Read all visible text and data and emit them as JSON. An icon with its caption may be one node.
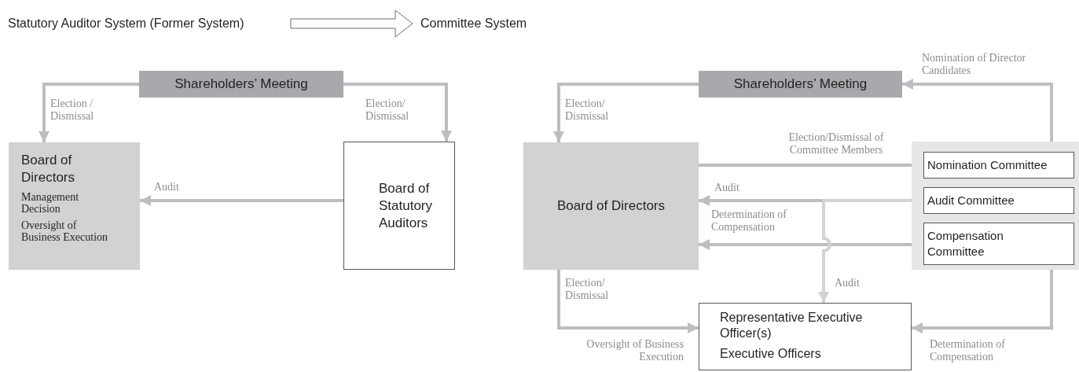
{
  "diagram": {
    "nodes": [
      {
        "text": [
          "Statutory Auditor System (Former System)"
        ]
      },
      {
        "text": [
          "Committee System"
        ]
      },
      {
        "text": [
          "Shareholders’ Meeting"
        ]
      },
      {
        "text": [
          "Board of Directors",
          "Management Decision",
          "Oversight of Business Execution"
        ]
      },
      {
        "text": [
          "Board of Statutory Auditors"
        ]
      },
      {
        "text": [
          "Shareholders’ Meeting"
        ]
      },
      {
        "text": [
          "Board of Directors"
        ]
      },
      {
        "text": [],
        "shape": "box"
      },
      {
        "text": [
          "Nomination Committee"
        ],
        "in": 7
      },
      {
        "text": [
          "Audit Committee"
        ],
        "in": 7
      },
      {
        "text": [
          "Compensation Committee"
        ],
        "in": 7
      },
      {
        "text": [
          "Representative Executive Officer(s)",
          "Executive Officers"
        ]
      }
    ],
    "edges": [
      {
        "from": 0,
        "to": 1,
        "arrow": "to",
        "style": "thick"
      },
      {
        "from": 2,
        "to": 3,
        "arrow": "to",
        "label": "Election / Dismissal"
      },
      {
        "from": 2,
        "to": 4,
        "arrow": "to",
        "label": "Election/ Dismissal"
      },
      {
        "from": 4,
        "to": 3,
        "arrow": "to",
        "label": "Audit"
      },
      {
        "from": 5,
        "to": 6,
        "arrow": "to",
        "label": "Election/ Dismissal"
      },
      {
        "from": 6,
        "to": 8,
        "arrow": "to",
        "label": "Election/Dismissal of Committee Members"
      },
      {
        "from": 9,
        "to": 6,
        "arrow": "to",
        "label": "Audit"
      },
      {
        "from": 10,
        "to": 6,
        "arrow": "to",
        "label": "Determination of Compensation"
      },
      {
        "from": 9,
        "to": 11,
        "arrow": "to",
        "label": "Audit",
        "color": "#d1d3d4"
      },
      {
        "from": 6,
        "to": 11,
        "arrow": "to",
        "label": "Election/ Dismissal"
      },
      {
        "from": 8,
        "to": 5,
        "arrow": "to",
        "label": "Nomination of Director Candidates"
      },
      {
        "from": 10,
        "to": 11,
        "arrow": "to",
        "label": "Determination of Compensation"
      }
    ],
    "labels": [
      "Oversight of Business Execution"
    ]
  }
}
